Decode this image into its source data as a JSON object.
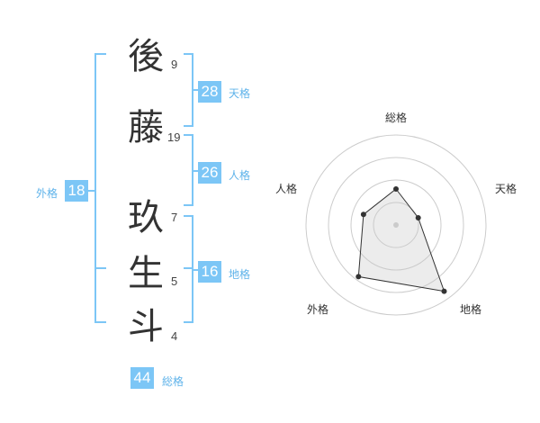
{
  "name": {
    "chars": [
      {
        "char": "後",
        "strokes": "9"
      },
      {
        "char": "藤",
        "strokes": "19"
      },
      {
        "char": "玖",
        "strokes": "7"
      },
      {
        "char": "生",
        "strokes": "5"
      },
      {
        "char": "斗",
        "strokes": "4"
      }
    ]
  },
  "fortune": {
    "tenkaku": {
      "value": "28",
      "label": "天格"
    },
    "jinkaku": {
      "value": "26",
      "label": "人格"
    },
    "chikaku": {
      "value": "16",
      "label": "地格"
    },
    "gaikaku": {
      "value": "18",
      "label": "外格"
    },
    "soukaku": {
      "value": "44",
      "label": "総格"
    }
  },
  "colors": {
    "accent": "#7cc6f6",
    "label": "#5fb3ea",
    "text": "#333333",
    "grid": "#cccccc"
  },
  "chart_data": {
    "type": "radar",
    "axes": [
      "総格",
      "天格",
      "地格",
      "外格",
      "人格"
    ],
    "values": [
      0.4,
      0.26,
      0.91,
      0.71,
      0.38
    ],
    "range": [
      0,
      1
    ],
    "rings": 4
  }
}
